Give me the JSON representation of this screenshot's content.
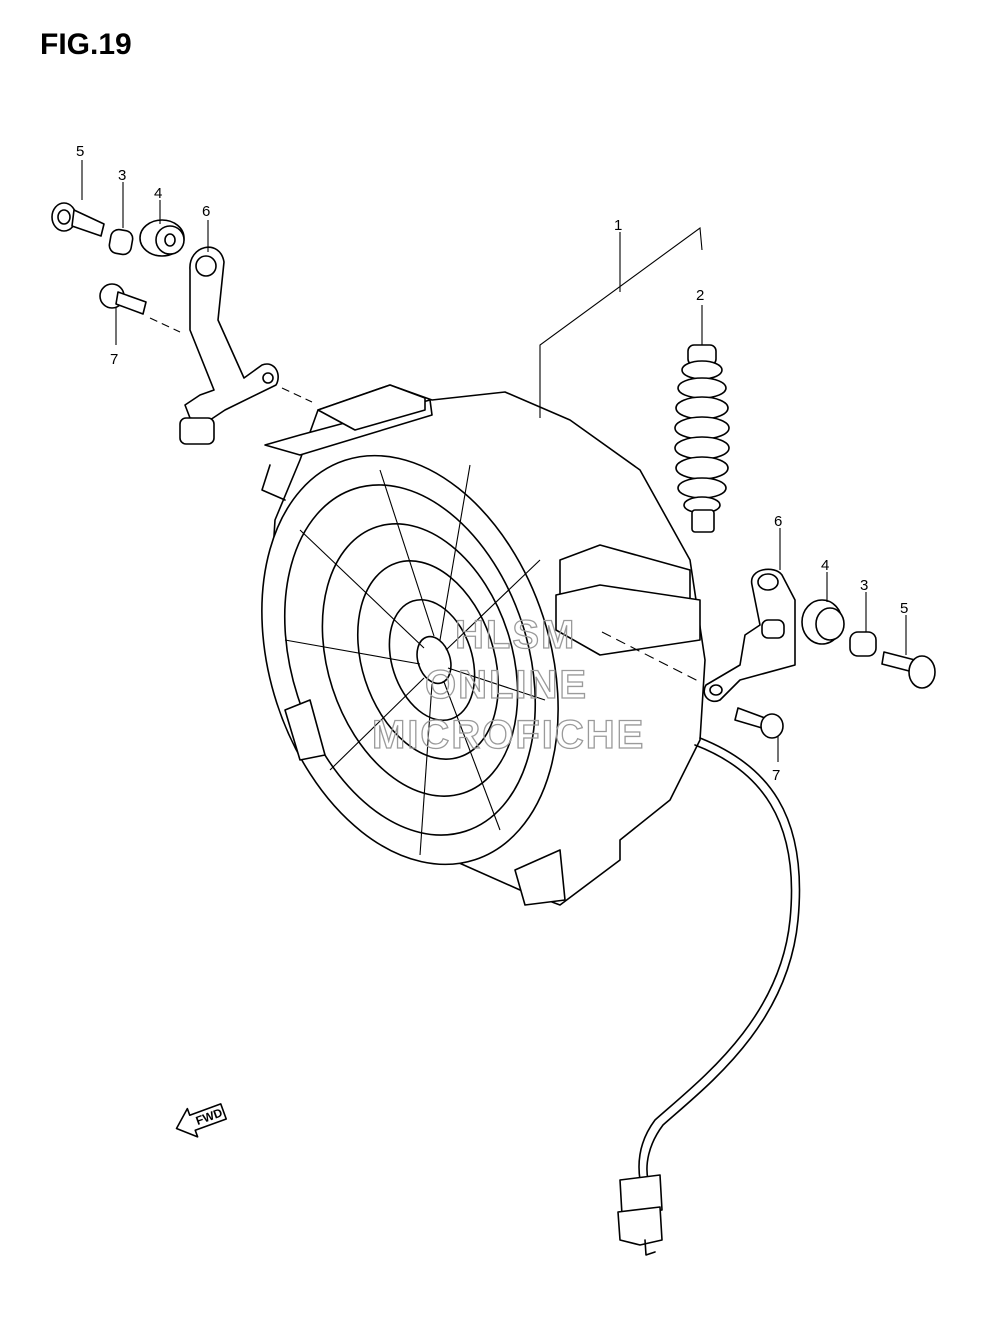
{
  "figure": {
    "title": "FIG.19"
  },
  "callouts": {
    "part_1": "1",
    "part_2": "2",
    "left_5": "5",
    "left_3": "3",
    "left_4": "4",
    "left_6": "6",
    "left_7": "7",
    "right_6": "6",
    "right_4": "4",
    "right_3": "3",
    "right_5": "5",
    "right_7": "7"
  },
  "watermark": {
    "line1": "HLSM",
    "line2": "ONLINE",
    "line3": "MICROFICHE"
  },
  "direction_arrow": {
    "label": "FWD"
  }
}
